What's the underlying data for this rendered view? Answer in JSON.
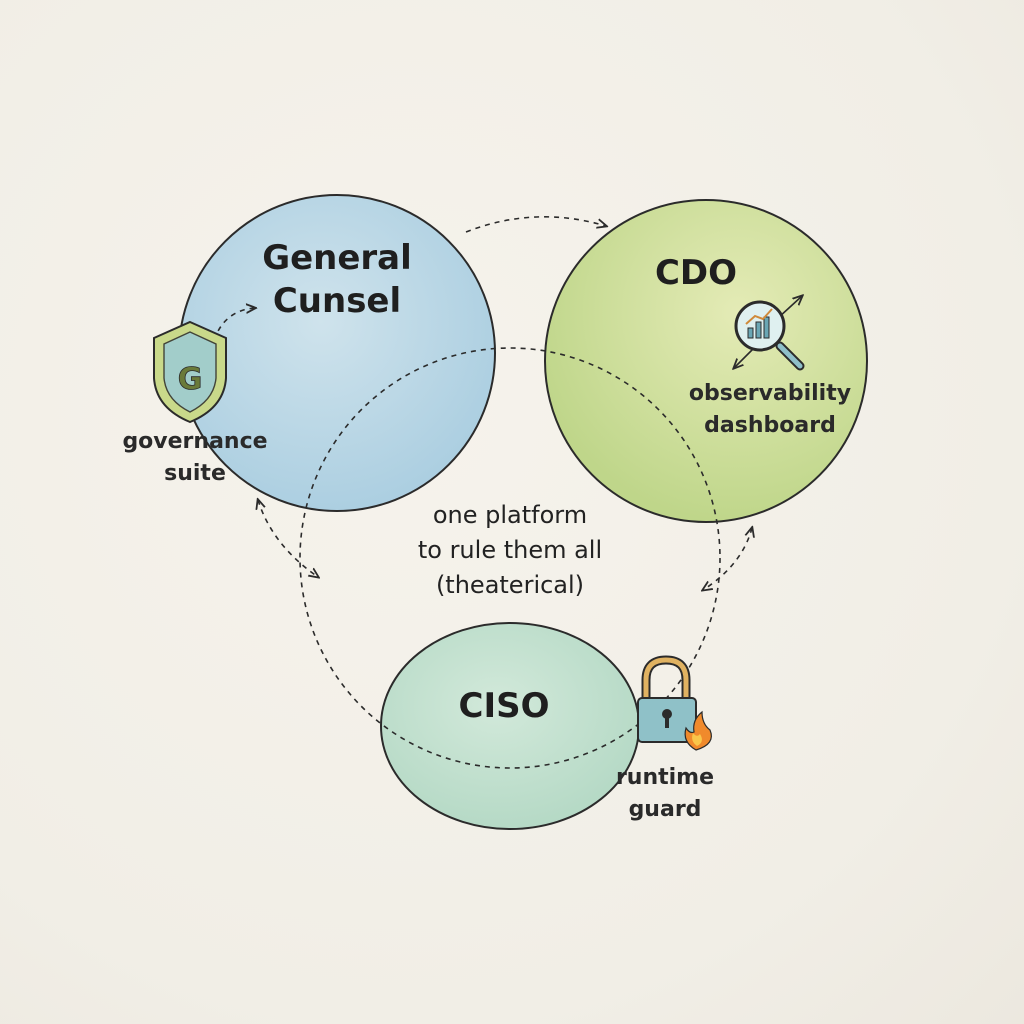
{
  "diagram": {
    "roles": [
      {
        "id": "counsel",
        "label": "General\nCunsel",
        "color": "#b9d7e6",
        "edge": "#2b2b2b"
      },
      {
        "id": "cdo",
        "label": "CDO",
        "color": "#d3e2a0",
        "edge": "#2b2b2b"
      },
      {
        "id": "ciso",
        "label": "CISO",
        "color": "#c3e0cf",
        "edge": "#2b2b2b"
      }
    ],
    "tools": [
      {
        "id": "governance",
        "label": "governance\nsuite",
        "icon": "shield-g-icon",
        "glyph": "G"
      },
      {
        "id": "observability",
        "label": "observability\ndashboard",
        "icon": "magnifier-chart-icon"
      },
      {
        "id": "runtime",
        "label": "runtime\nguard",
        "icon": "padlock-flame-icon"
      }
    ],
    "center_label": "one platform\nto rule them all\n(theaterical)",
    "colors": {
      "ink": "#2b2b2b",
      "shield_fill": "#c9d98a",
      "shield_inner": "#9ccbd6",
      "lock_body": "#8fc1c8",
      "lock_shackle": "#e0b261",
      "flame": "#f08a2c"
    }
  }
}
